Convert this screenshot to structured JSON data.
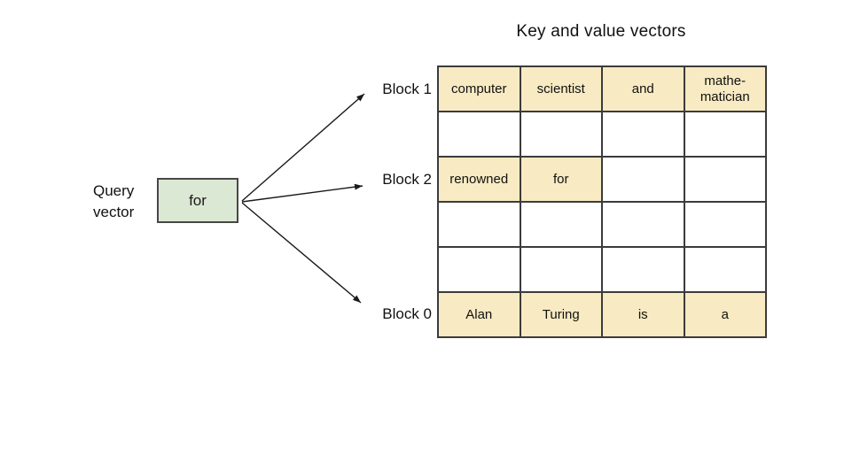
{
  "title": "Key and value vectors",
  "query": {
    "label_line1": "Query",
    "label_line2": "vector",
    "value": "for"
  },
  "blocks": [
    {
      "label": "Block 1"
    },
    {
      "label": "Block 2"
    },
    {
      "label": "Block 0"
    }
  ],
  "colors": {
    "cell_highlight": "#f8eac2",
    "query_box": "#dbe8d3",
    "grid_border": "#3b3b3b",
    "arrow": "#1a1a1a"
  },
  "table": {
    "rows": [
      {
        "cells": [
          {
            "text": "computer",
            "highlighted": true
          },
          {
            "text": "scientist",
            "highlighted": true
          },
          {
            "text": "and",
            "highlighted": true
          },
          {
            "text": "mathe-\nmatician",
            "highlighted": true
          }
        ]
      },
      {
        "cells": [
          {
            "text": "",
            "highlighted": false
          },
          {
            "text": "",
            "highlighted": false
          },
          {
            "text": "",
            "highlighted": false
          },
          {
            "text": "",
            "highlighted": false
          }
        ]
      },
      {
        "cells": [
          {
            "text": "renowned",
            "highlighted": true
          },
          {
            "text": "for",
            "highlighted": true
          },
          {
            "text": "",
            "highlighted": false
          },
          {
            "text": "",
            "highlighted": false
          }
        ]
      },
      {
        "cells": [
          {
            "text": "",
            "highlighted": false
          },
          {
            "text": "",
            "highlighted": false
          },
          {
            "text": "",
            "highlighted": false
          },
          {
            "text": "",
            "highlighted": false
          }
        ]
      },
      {
        "cells": [
          {
            "text": "",
            "highlighted": false
          },
          {
            "text": "",
            "highlighted": false
          },
          {
            "text": "",
            "highlighted": false
          },
          {
            "text": "",
            "highlighted": false
          }
        ]
      },
      {
        "cells": [
          {
            "text": "Alan",
            "highlighted": true
          },
          {
            "text": "Turing",
            "highlighted": true
          },
          {
            "text": "is",
            "highlighted": true
          },
          {
            "text": "a",
            "highlighted": true
          }
        ]
      }
    ]
  }
}
